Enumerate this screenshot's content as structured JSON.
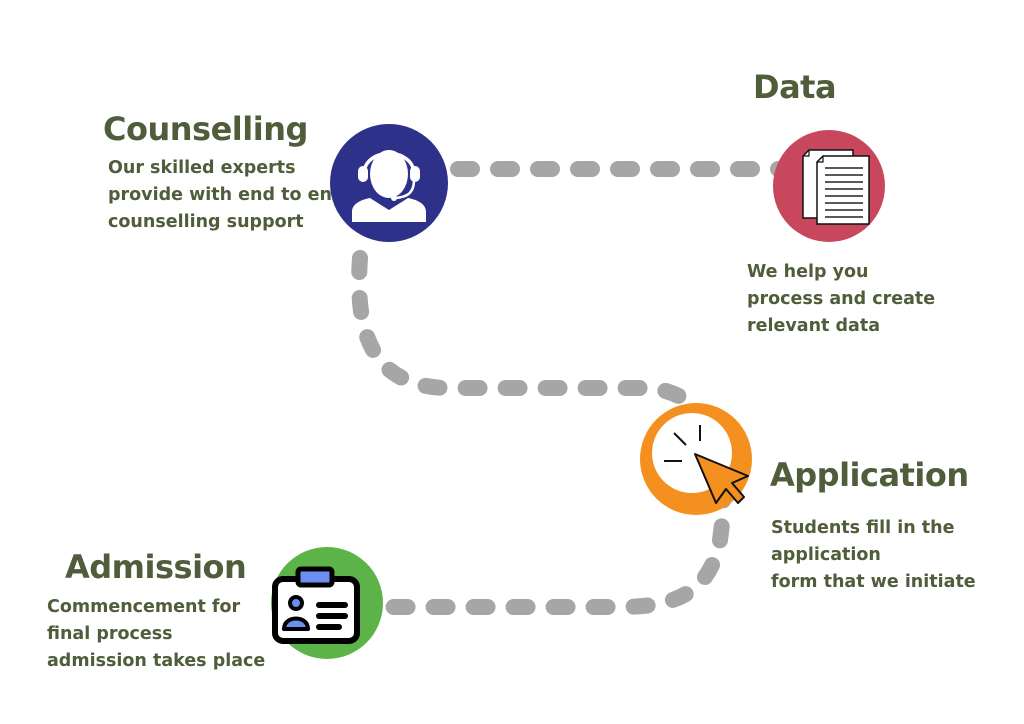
{
  "colors": {
    "text": "#4f5d3a",
    "path": "#a6a6a6",
    "counselling": "#2e318a",
    "data": "#c8475d",
    "application": "#f39020",
    "admission": "#5cb347",
    "badge_accent": "#6b8ef0"
  },
  "steps": [
    {
      "id": "counselling",
      "title": "Counselling",
      "icon": "headset-agent-icon",
      "description": [
        "Our skilled experts",
        "provide with end to end",
        "counselling support"
      ]
    },
    {
      "id": "data",
      "title": "Data",
      "icon": "documents-icon",
      "description": [
        "We help you",
        "process and create",
        "relevant data"
      ]
    },
    {
      "id": "application",
      "title": "Application",
      "icon": "cursor-click-icon",
      "description": [
        "Students fill in the",
        "application",
        "form that we initiate"
      ]
    },
    {
      "id": "admission",
      "title": "Admission",
      "icon": "id-badge-icon",
      "description": [
        "Commencement for",
        "final process",
        "admission takes place"
      ]
    }
  ]
}
